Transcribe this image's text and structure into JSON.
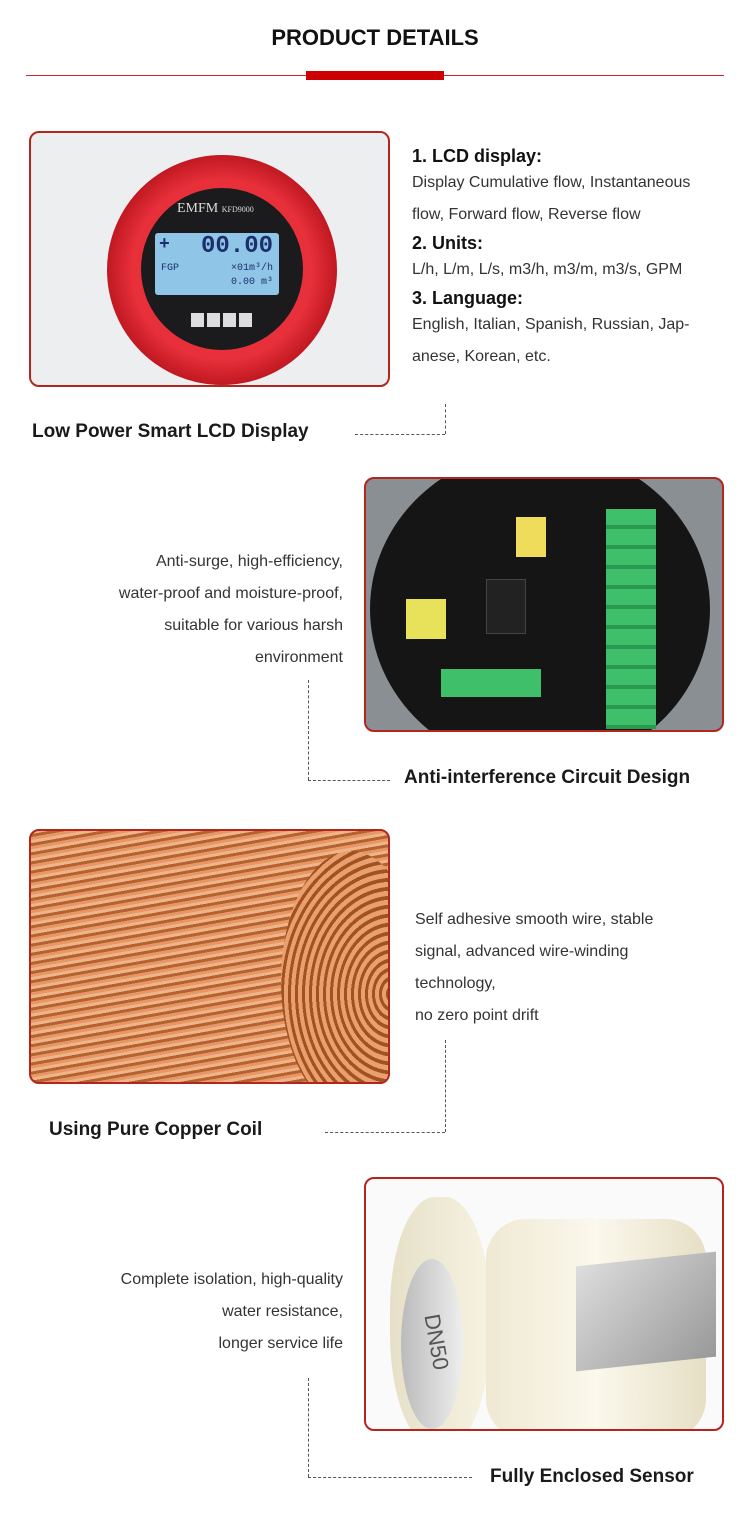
{
  "header": {
    "title": "PRODUCT DETAILS",
    "accent": "#cc0000"
  },
  "sections": [
    {
      "caption": "Low Power Smart LCD Display",
      "image": {
        "brand": "EMFM",
        "model": "KFD9000",
        "reading": "00.00",
        "mode": "FGP",
        "rate_unit": "×01m³/h",
        "total": "0.00 m³"
      },
      "features": [
        {
          "heading": "1. LCD display:",
          "lines": [
            "Display Cumulative flow, Instantaneous",
            "flow, Forward  flow, Reverse flow"
          ]
        },
        {
          "heading": "2. Units:",
          "lines": [
            "L/h, L/m, L/s, m3/h, m3/m, m3/s, GPM"
          ]
        },
        {
          "heading": "3. Language:",
          "lines": [
            "English, Italian, Spanish, Russian, Jap-",
            "anese, Korean, etc."
          ]
        }
      ]
    },
    {
      "caption": "Anti-interference Circuit Design",
      "lines": [
        "Anti-surge, high-efficiency,",
        "water-proof and moisture-proof,",
        "suitable for various harsh",
        "environment"
      ]
    },
    {
      "caption": "Using Pure Copper Coil",
      "lines": [
        "Self adhesive smooth wire, stable",
        "signal, advanced wire-winding",
        "technology,",
        "no zero point drift"
      ]
    },
    {
      "caption": "Fully Enclosed Sensor",
      "image": {
        "label": "DN50"
      },
      "lines": [
        "Complete isolation, high-quality",
        "water resistance,",
        "longer service life"
      ]
    }
  ]
}
